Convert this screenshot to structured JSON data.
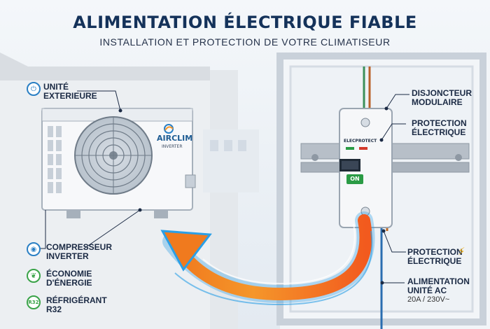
{
  "title": "ALIMENTATION ÉLECTRIQUE FIABLE",
  "subtitle": "INSTALLATION ET PROTECTION DE VOTRE CLIMATISEUR",
  "unit": {
    "brand": "AIRCLIM",
    "model": "INVERTER"
  },
  "breaker": {
    "brand": "ELECPROTECT",
    "switch_label": "ON"
  },
  "labels_left": {
    "outdoor_unit": [
      "UNITÉ",
      "EXTERIEURE"
    ],
    "compressor": [
      "COMPRESSEUR",
      "INVERTER"
    ],
    "economy": [
      "ÉCONOMIE",
      "D'ÉNERGIE"
    ],
    "refrigerant": [
      "RÉFRIGÉRANT",
      "R32"
    ]
  },
  "labels_right": {
    "breaker_label": [
      "DISJONCTEUR",
      "MODULAIRE"
    ],
    "protection_1": [
      "PROTECTION",
      "ÉLECTRIQUE"
    ],
    "protection_2": [
      "PROTECTION",
      "ÉLECTRIQUE"
    ],
    "supply": [
      "ALIMENTATION",
      "UNITÉ AC"
    ],
    "supply_spec": "20A / 230V~"
  },
  "icons": {
    "outdoor_unit": "plug-icon",
    "compressor": "compressor-icon",
    "economy": "leaf-icon",
    "refrigerant": "r32-icon",
    "refrigerant_text": "R32",
    "protection": "lightning-icon"
  },
  "colors": {
    "title": "#14325a",
    "accent_blue": "#2a7fc4",
    "accent_green": "#3aa348",
    "arrow_orange": "#f07a1e",
    "arrow_blue": "#2a9fe6",
    "on_green": "#2a9b45"
  }
}
